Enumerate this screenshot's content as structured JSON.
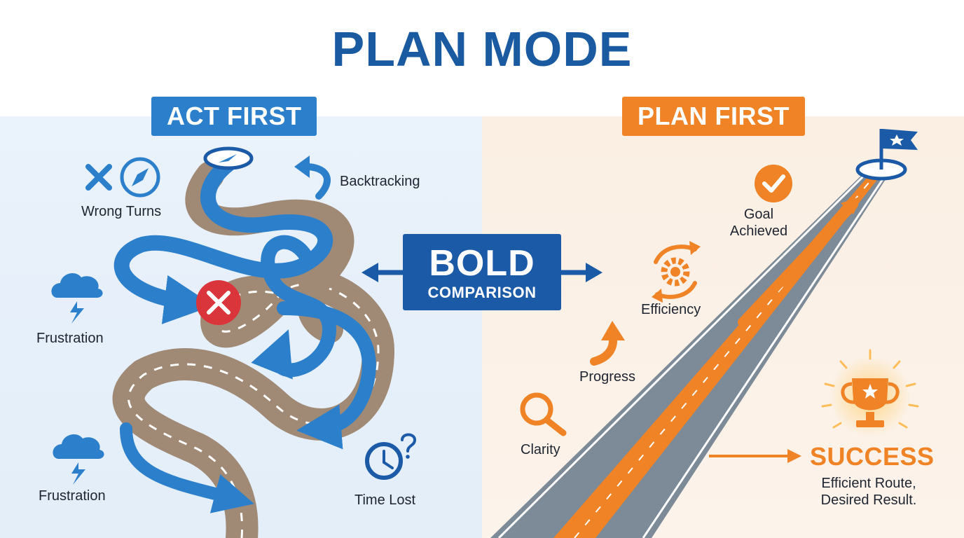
{
  "title": "PLAN MODE",
  "left_tag": "ACT FIRST",
  "right_tag": "PLAN FIRST",
  "center": {
    "main": "BOLD",
    "sub": "COMPARISON"
  },
  "left_labels": {
    "wrong_turns": "Wrong Turns",
    "backtracking": "Backtracking",
    "frustration_1": "Frustration",
    "frustration_2": "Frustration",
    "time_lost": "Time Lost"
  },
  "right_labels": {
    "goal_line1": "Goal",
    "goal_line2": "Achieved",
    "efficiency": "Efficiency",
    "progress": "Progress",
    "clarity": "Clarity",
    "success": "SUCCESS",
    "success_line1": "Efficient Route,",
    "success_line2": "Desired Result."
  },
  "icons": [
    "x-icon",
    "compass-icon",
    "backtrack-arrow-icon",
    "storm-cloud-icon",
    "clock-question-icon",
    "error-x-icon",
    "flag-icon",
    "checkmark-icon",
    "gear-cycle-icon",
    "progress-arrow-icon",
    "magnifier-icon",
    "trophy-icon"
  ],
  "colors": {
    "blue": "#2b7fcb",
    "dark_blue": "#1b5aa6",
    "title_blue": "#1a5aa0",
    "orange": "#ef8326",
    "road_brown": "#a08a76",
    "road_gray": "#7d8a97",
    "error_red": "#d9353a"
  }
}
